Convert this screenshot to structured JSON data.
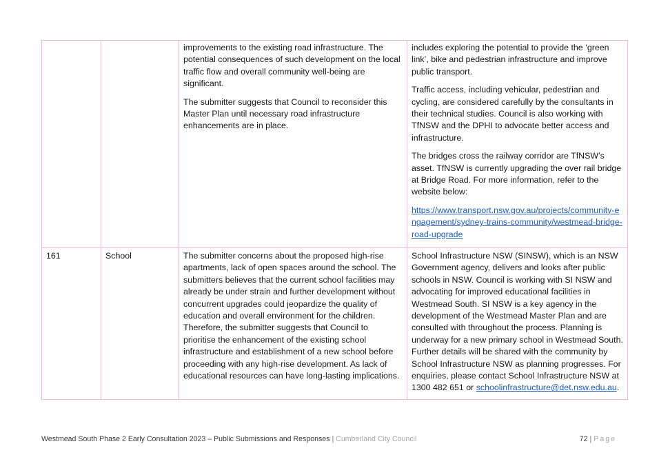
{
  "rows": [
    {
      "id": "",
      "topic": "",
      "submission": [
        "improvements to the existing road infrastructure. The potential consequences of such development on the local traffic flow and overall community well-being are significant.",
        "The submitter suggests that Council to reconsider this Master Plan until necessary road infrastructure enhancements are in place."
      ],
      "response": [
        "includes exploring the potential to provide the ‘green link’, bike and pedestrian infrastructure and improve public transport.",
        "Traffic access, including vehicular, pedestrian and cycling, are considered carefully by the consultants in their technical studies. Council is also working with TfNSW and the DPHI to advocate better access and infrastructure.",
        "The bridges cross the railway corridor are TfNSW’s asset. TfNSW is currently upgrading the over rail bridge at Bridge Road. For more information, refer to the website below:"
      ],
      "response_link": "https://www.transport.nsw.gov.au/projects/community-engagement/sydney-trains-community/westmead-bridge-road-upgrade"
    },
    {
      "id": "161",
      "topic": "School",
      "submission": [
        "The submitter concerns about the proposed high-rise apartments, lack of open spaces around the school. The submitters believes that the current school facilities may already be under strain and further development without concurrent upgrades could jeopardize the quality of education and overall environment for the children. Therefore, the submitter suggests that Council to prioritise the enhancement of the existing school infrastructure and establishment of a new school before proceeding with any high-rise development. As lack of educational resources can have long-lasting implications."
      ],
      "response_text": "School Infrastructure NSW (SINSW), which is an NSW Government agency, delivers and looks after public schools in NSW. Council is working with SI NSW and advocating for improved educational facilities in Westmead South. SI NSW is a key agency in the development of the Westmead Master Plan and are consulted with throughout the process. Planning is underway for a new primary school in Westmead South. Further details will be shared with the community by School Infrastructure NSW as planning progresses. For enquiries, please contact School Infrastructure NSW at 1300 482 651 or",
      "response_email": "schoolinfrastructure@det.nsw.edu.au",
      "response_end": "."
    }
  ],
  "footer": {
    "title": "Westmead South Phase 2 Early Consultation 2023 – Public Submissions and Responses",
    "separator": "|",
    "org": "Cumberland City Council",
    "page_number": "72",
    "page_separator": "|",
    "page_word": "Page"
  }
}
